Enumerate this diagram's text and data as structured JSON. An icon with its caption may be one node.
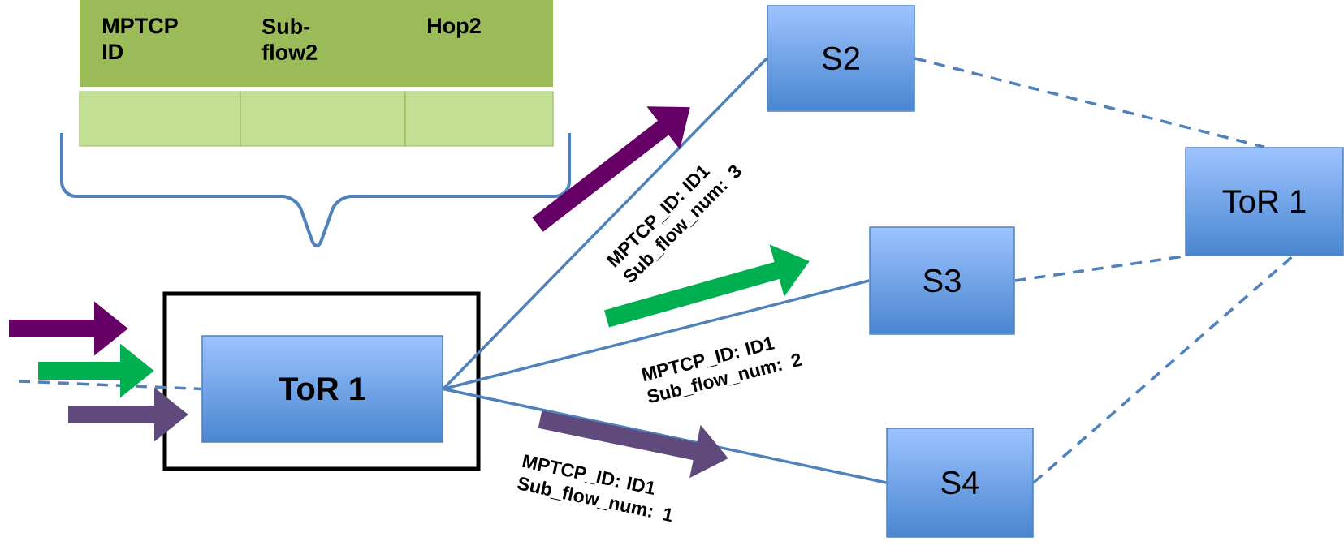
{
  "diagram": {
    "nodes": [
      {
        "text": [],
        "shape": "box"
      },
      {
        "text": [
          "ToR 1"
        ],
        "in": 0
      },
      {
        "text": [
          "S2"
        ]
      },
      {
        "text": [
          "S3"
        ]
      },
      {
        "text": [
          "S4"
        ]
      },
      {
        "text": [
          "ToR 1"
        ]
      }
    ],
    "edges": [
      {
        "from": 1,
        "to": 2,
        "arrow": "none",
        "label": "MPTCP_ID: ID1 Sub_flow_num: 3"
      },
      {
        "from": 1,
        "to": 3,
        "arrow": "none",
        "label": "MPTCP_ID: ID1 Sub_flow_num: 2"
      },
      {
        "from": 1,
        "to": 4,
        "arrow": "none",
        "label": "MPTCP_ID: ID1 Sub_flow_num: 1"
      },
      {
        "from": 2,
        "to": 5,
        "arrow": "none",
        "style": "dashed"
      },
      {
        "from": 3,
        "to": 5,
        "arrow": "none",
        "style": "dashed"
      },
      {
        "from": 4,
        "to": 5,
        "arrow": "none",
        "style": "dashed"
      },
      {
        "from": null,
        "to": 1,
        "arrow": "none",
        "style": "dashed"
      }
    ],
    "labels": [
      "MPTCP ID",
      "Sub- flow2",
      "Hop2"
    ]
  }
}
